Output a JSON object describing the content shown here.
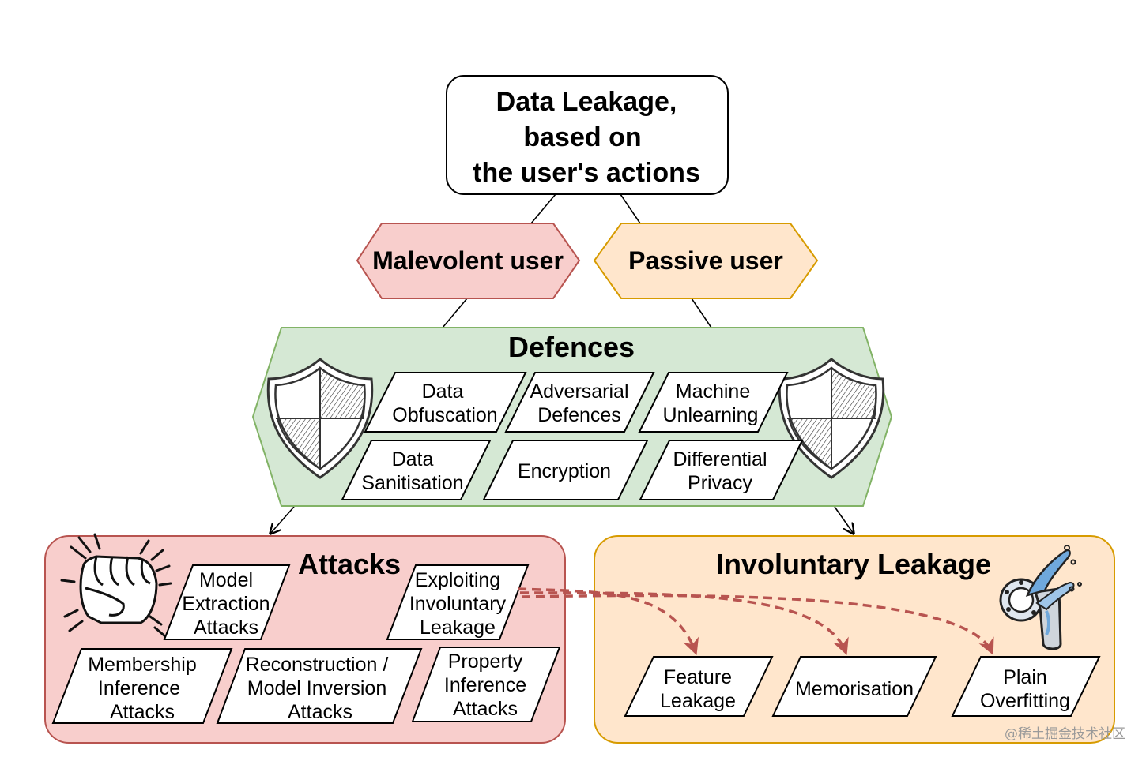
{
  "root": {
    "lines": [
      "Data Leakage,",
      "based on",
      "the user's actions"
    ]
  },
  "user_types": {
    "malevolent": "Malevolent user",
    "passive": "Passive user"
  },
  "defences": {
    "title": "Defences",
    "items": [
      {
        "lines": [
          "Data",
          "Obfuscation"
        ]
      },
      {
        "lines": [
          "Adversarial",
          "Defences"
        ]
      },
      {
        "lines": [
          "Machine",
          "Unlearning"
        ]
      },
      {
        "lines": [
          "Data",
          "Sanitisation"
        ]
      },
      {
        "lines": [
          "Encryption"
        ]
      },
      {
        "lines": [
          "Differential",
          "Privacy"
        ]
      }
    ],
    "icon": "shield-icon"
  },
  "attacks": {
    "title": "Attacks",
    "items": [
      {
        "lines": [
          "Model",
          "Extraction",
          "Attacks"
        ]
      },
      {
        "lines": [
          "Exploiting",
          "Involuntary",
          "Leakage"
        ]
      },
      {
        "lines": [
          "Membership",
          "Inference",
          "Attacks"
        ]
      },
      {
        "lines": [
          "Reconstruction /",
          "Model Inversion",
          "Attacks"
        ]
      },
      {
        "lines": [
          "Property",
          "Inference",
          "Attacks"
        ]
      }
    ],
    "icon": "fist-icon"
  },
  "involuntary": {
    "title": "Involuntary Leakage",
    "items": [
      {
        "lines": [
          "Feature",
          "Leakage"
        ]
      },
      {
        "lines": [
          "Memorisation"
        ]
      },
      {
        "lines": [
          "Plain",
          "Overfitting"
        ]
      }
    ],
    "icon": "leaking-pipe-icon"
  },
  "watermark": "@稀土掘金技术社区",
  "colors": {
    "red_fill": "#f8cecc",
    "red_stroke": "#b85450",
    "orange_fill": "#ffe6cc",
    "orange_stroke": "#d79b00",
    "green_fill": "#d5e8d4",
    "green_stroke": "#82b366",
    "dashed_arrow": "#b85450"
  }
}
